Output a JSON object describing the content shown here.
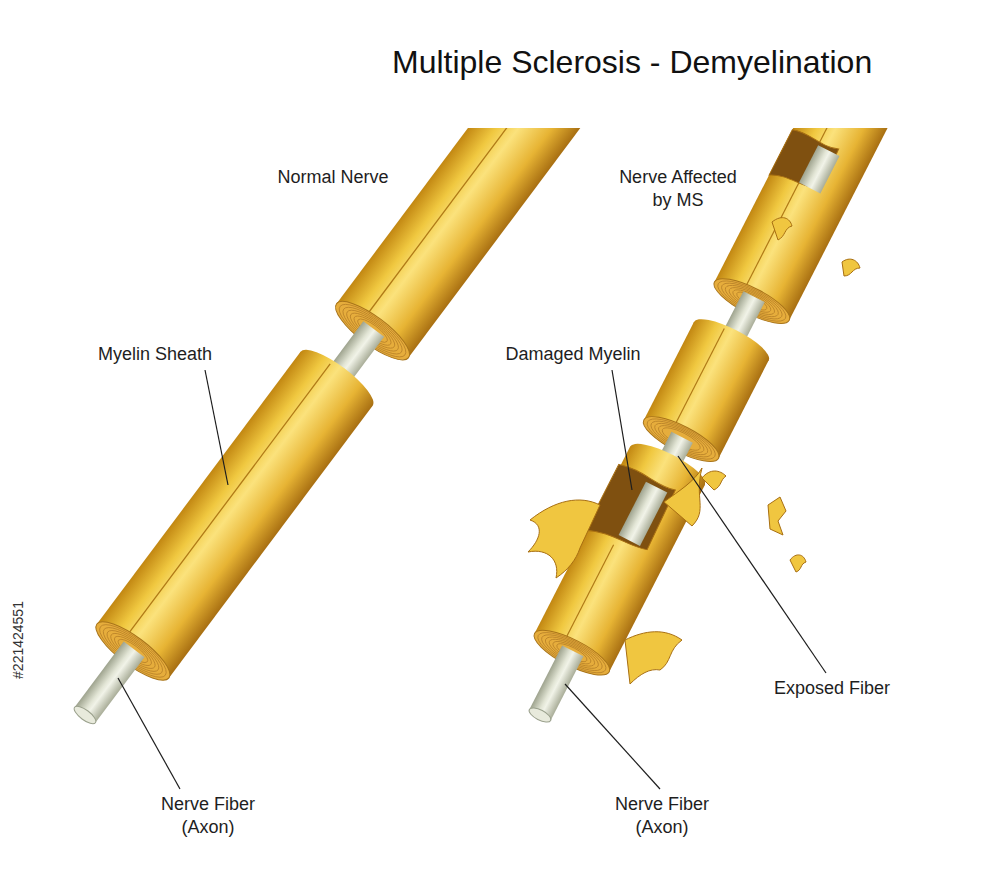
{
  "diagram": {
    "title": "Multiple Sclerosis - Demyelination",
    "labels": [
      "Normal Nerve",
      "Nerve Affected by MS",
      "Myelin Sheath",
      "Damaged Myelin",
      "Exposed Fiber",
      "Nerve Fiber (Axon)",
      "Nerve Fiber (Axon)",
      "#221424551"
    ]
  }
}
